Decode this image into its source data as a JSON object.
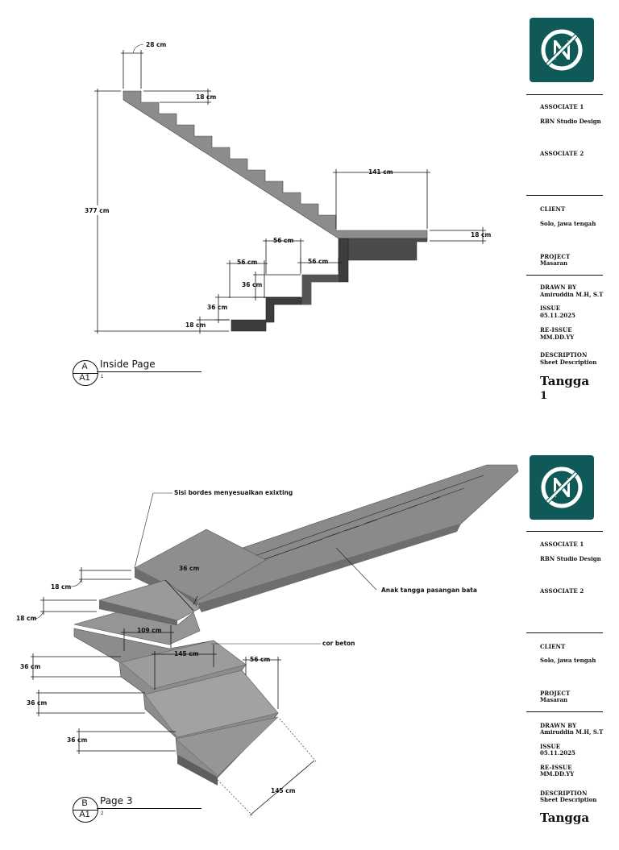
{
  "sheets": [
    {
      "callout": {
        "letter": "A",
        "sheet": "A1",
        "title": "Inside Page",
        "number": "1"
      },
      "dimensions": {
        "tread": "28 cm",
        "riser_top": "18 cm",
        "total_height": "377 cm",
        "landing": "141 cm",
        "riser_landing": "18 cm",
        "tread_lower_1": "56 cm",
        "tread_lower_2": "56 cm",
        "tread_lower_3": "56 cm",
        "rise_lower_1": "36 cm",
        "rise_lower_2": "36 cm",
        "riser_bottom": "18 cm"
      },
      "titleblock": {
        "associate_1_label": "ASSOCIATE 1",
        "associate_1_value": "RBN Studio Design",
        "associate_2_label": "ASSOCIATE 2",
        "client_label": "CLIENT",
        "client_value": "Solo, jawa tengah",
        "project_label": "PROJECT",
        "project_value": "Masaran",
        "drawn_by_label": "DRAWN BY",
        "drawn_by_value": "Amiruddin M.H, S.T",
        "issue_label": "ISSUE",
        "issue_value": "05.11.2025",
        "reissue_label": "RE-ISSUE",
        "reissue_value": "MM.DD.YY",
        "description_label": "DESCRIPTION",
        "description_value": "Sheet Description",
        "sheet_title_line1": "Tangga",
        "sheet_title_line2": "1"
      }
    },
    {
      "callout": {
        "letter": "B",
        "sheet": "A1",
        "title": "Page 3",
        "number": "2"
      },
      "annotations": {
        "landing_note": "Sisi bordes menyesuaikan exixting",
        "brick_note": "Anak tangga pasangan bata",
        "concrete_note": "cor beton"
      },
      "dimensions": {
        "rise_top_1": "18 cm",
        "rise_top_2": "18 cm",
        "step_rise": "36 cm",
        "landing_depth": "109 cm",
        "step_width": "145 cm",
        "tread": "56 cm",
        "rise_1": "36 cm",
        "rise_2": "36 cm",
        "rise_3": "36 cm",
        "width_bottom": "145 cm"
      },
      "titleblock": {
        "associate_1_label": "ASSOCIATE 1",
        "associate_1_value": "RBN Studio Design",
        "associate_2_label": "ASSOCIATE 2",
        "client_label": "CLIENT",
        "client_value": "Solo, jawa tengah",
        "project_label": "PROJECT",
        "project_value": "Masaran",
        "drawn_by_label": "DRAWN BY",
        "drawn_by_value": "Amiruddin M.H, S.T",
        "issue_label": "ISSUE",
        "issue_value": "05.11.2025",
        "reissue_label": "RE-ISSUE",
        "reissue_value": "MM.DD.YY",
        "description_label": "DESCRIPTION",
        "description_value": "Sheet Description",
        "sheet_title_line1": "Tangga"
      }
    }
  ],
  "colors": {
    "logo_bg": "#0f5a58",
    "stair_light": "#8a8a8a",
    "stair_dark": "#3a3a3a",
    "concrete": "#9a9a9a"
  }
}
